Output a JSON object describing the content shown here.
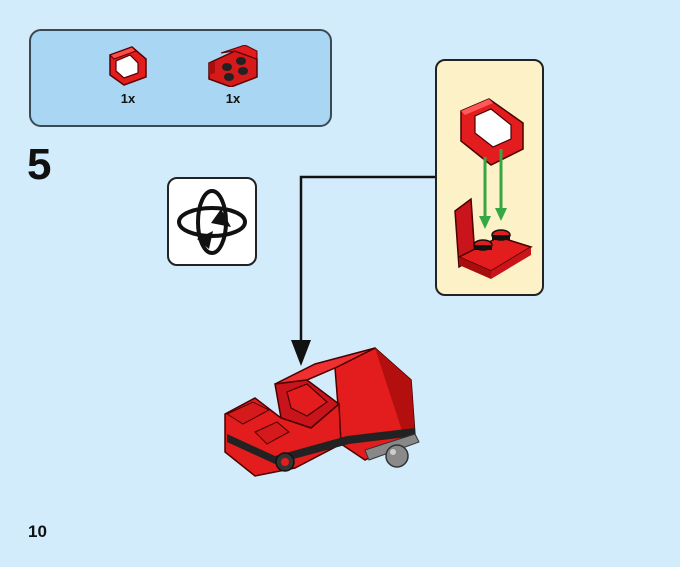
{
  "parts_list": {
    "items": [
      {
        "name": "red-slope-bracket",
        "quantity": "1x"
      },
      {
        "name": "red-bracket-plate",
        "quantity": "1x"
      }
    ]
  },
  "step": {
    "number": "5"
  },
  "page": {
    "number": "10"
  },
  "icons": {
    "rotate": "rotate-model-icon",
    "arrow": "assembly-arrow-icon"
  },
  "colors": {
    "background": "#d3ecfb",
    "parts_box": "#a9d6f3",
    "submodel_box": "#fdf2c7",
    "brick_red": "#e31d1d",
    "guide_green": "#35a845"
  }
}
